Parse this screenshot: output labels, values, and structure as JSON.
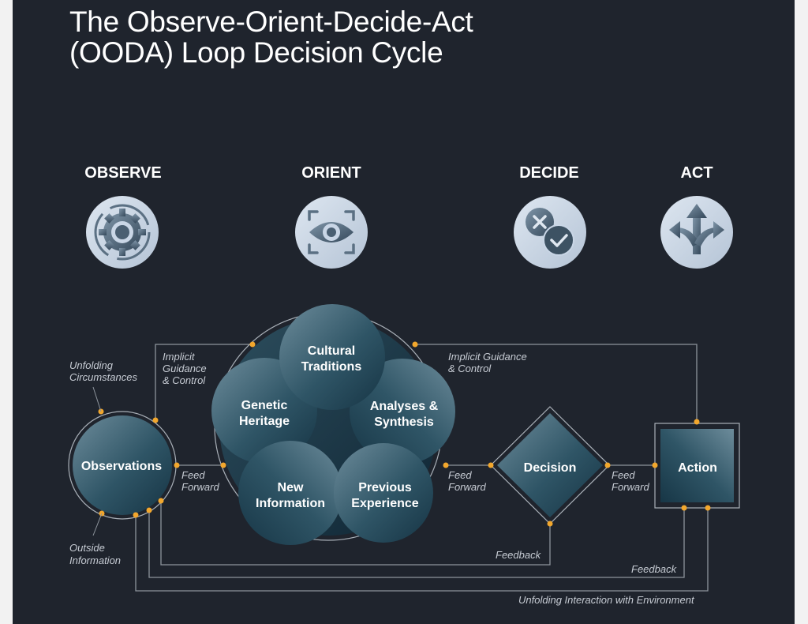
{
  "title": {
    "line1": "The Observe-Orient-Decide-Act",
    "line2": "(OODA) Loop Decision Cycle"
  },
  "phases": {
    "observe": {
      "label": "OBSERVE",
      "icon": "gear-eye-icon"
    },
    "orient": {
      "label": "ORIENT",
      "icon": "eye-focus-icon"
    },
    "decide": {
      "label": "DECIDE",
      "icon": "x-check-icon"
    },
    "act": {
      "label": "ACT",
      "icon": "split-arrows-icon"
    }
  },
  "nodes": {
    "observations": "Observations",
    "cultural": [
      "Cultural",
      "Traditions"
    ],
    "genetic": [
      "Genetic",
      "Heritage"
    ],
    "analyses": [
      "Analyses &",
      "Synthesis"
    ],
    "new_info": [
      "New",
      "Information"
    ],
    "previous": [
      "Previous",
      "Experience"
    ],
    "decision": "Decision",
    "action": "Action"
  },
  "annotations": {
    "unfolding_circumstances": [
      "Unfolding",
      "Circumstances"
    ],
    "implicit_left": [
      "Implicit",
      "Guidance",
      "& Control"
    ],
    "implicit_right": [
      "Implicit Guidance",
      "& Control"
    ],
    "feed_forward_1": [
      "Feed",
      "Forward"
    ],
    "feed_forward_2": [
      "Feed",
      "Forward"
    ],
    "feed_forward_3": [
      "Feed",
      "Forward"
    ],
    "outside_information": [
      "Outside",
      "Information"
    ],
    "feedback_decision": "Feedback",
    "feedback_action": "Feedback",
    "unfolding_interaction": "Unfolding Interaction with Environment"
  },
  "colors": {
    "background": "#1f242d",
    "icon_circle": "#c9d6e6",
    "icon_glyph": "#425566",
    "connector": "#8d949c",
    "dot": "#f2a72d",
    "node_dark": "#1a3a4a",
    "node_light": "#6b8a98"
  }
}
